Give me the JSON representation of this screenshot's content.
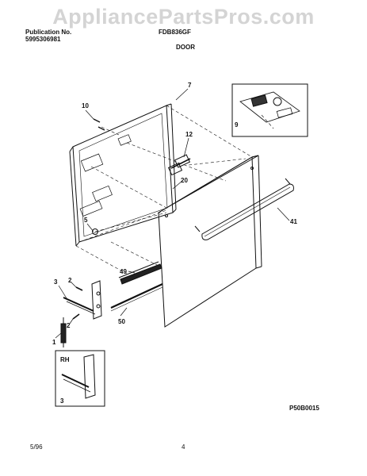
{
  "watermark": "AppliancePartsPros.com",
  "header": {
    "publication_label": "Publication No.",
    "publication_number": "5995306981",
    "model": "FDB836GF",
    "section": "DOOR"
  },
  "callouts": {
    "c1": "1",
    "c2a": "2",
    "c2b": "2",
    "c3a": "3",
    "c3b": "3",
    "c5": "5",
    "c7": "7",
    "c9": "9",
    "c10": "10",
    "c12": "12",
    "c20": "20",
    "c41": "41",
    "c49": "49",
    "c50": "50"
  },
  "inset_label": "RH",
  "diagram_code": "P50B0015",
  "footer": {
    "date": "5/96",
    "page": "4"
  }
}
